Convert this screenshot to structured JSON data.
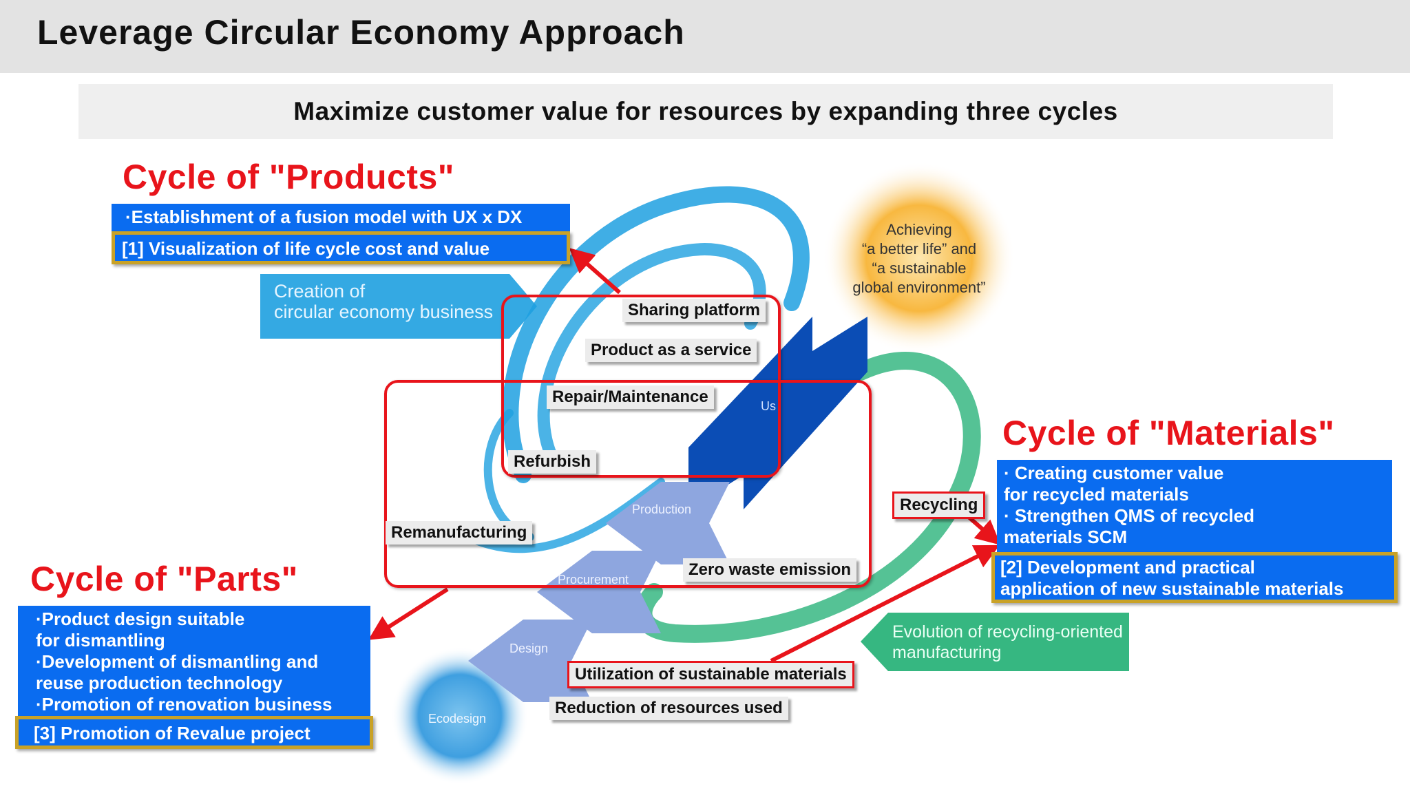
{
  "title": "Leverage Circular Economy  Approach",
  "subtitle": "Maximize customer value for resources by expanding three cycles",
  "colors": {
    "accent_red": "#e8141b",
    "box_blue": "#0a6cf0",
    "gold": "#c9a227",
    "light_blue": "#1ea0e0",
    "green": "#2bb37a",
    "sun": "#f5a623"
  },
  "products": {
    "heading": "Cycle of  \"Products\"",
    "item": "·Establishment of a fusion model with UX x DX",
    "highlight": "[1]  Visualization of life cycle cost and value"
  },
  "materials": {
    "heading": "Cycle of  \"Materials\"",
    "items": [
      "· Creating customer value",
      "   for recycled  materials",
      "· Strengthen QMS of recycled",
      "   materials SCM"
    ],
    "highlight_lines": [
      "[2]  Development and practical",
      "   application of new sustainable materials"
    ]
  },
  "parts": {
    "heading": "Cycle of  \"Parts\"",
    "items": [
      "·Product design suitable",
      "  for dismantling",
      "·Development of dismantling and",
      "  reuse production  technology",
      "·Promotion of renovation business"
    ],
    "highlight": "[3]  Promotion of Revalue project"
  },
  "diagram": {
    "creation_lines": [
      "Creation of",
      "circular economy business"
    ],
    "achieving_lines": [
      "Achieving",
      "“a better life” and",
      "“a sustainable",
      "global environment”"
    ],
    "evolution_lines": [
      "Evolution of recycling-oriented",
      "manufacturing"
    ],
    "stage_use": "Us",
    "stage_production": "Production",
    "stage_procurement": "Procurement",
    "stage_design": "Design",
    "stage_ecodesign": "Ecodesign"
  },
  "tags": {
    "sharing_platform": "Sharing platform",
    "product_as_service": "Product as a  service",
    "repair_maintenance": "Repair/Maintenance",
    "refurbish": "Refurbish",
    "remanufacturing": "Remanufacturing",
    "zero_waste": "Zero waste emission",
    "recycling": "Recycling",
    "sustainable_materials": "Utilization of sustainable  materials",
    "reduction_resources": "Reduction of resources  used"
  }
}
